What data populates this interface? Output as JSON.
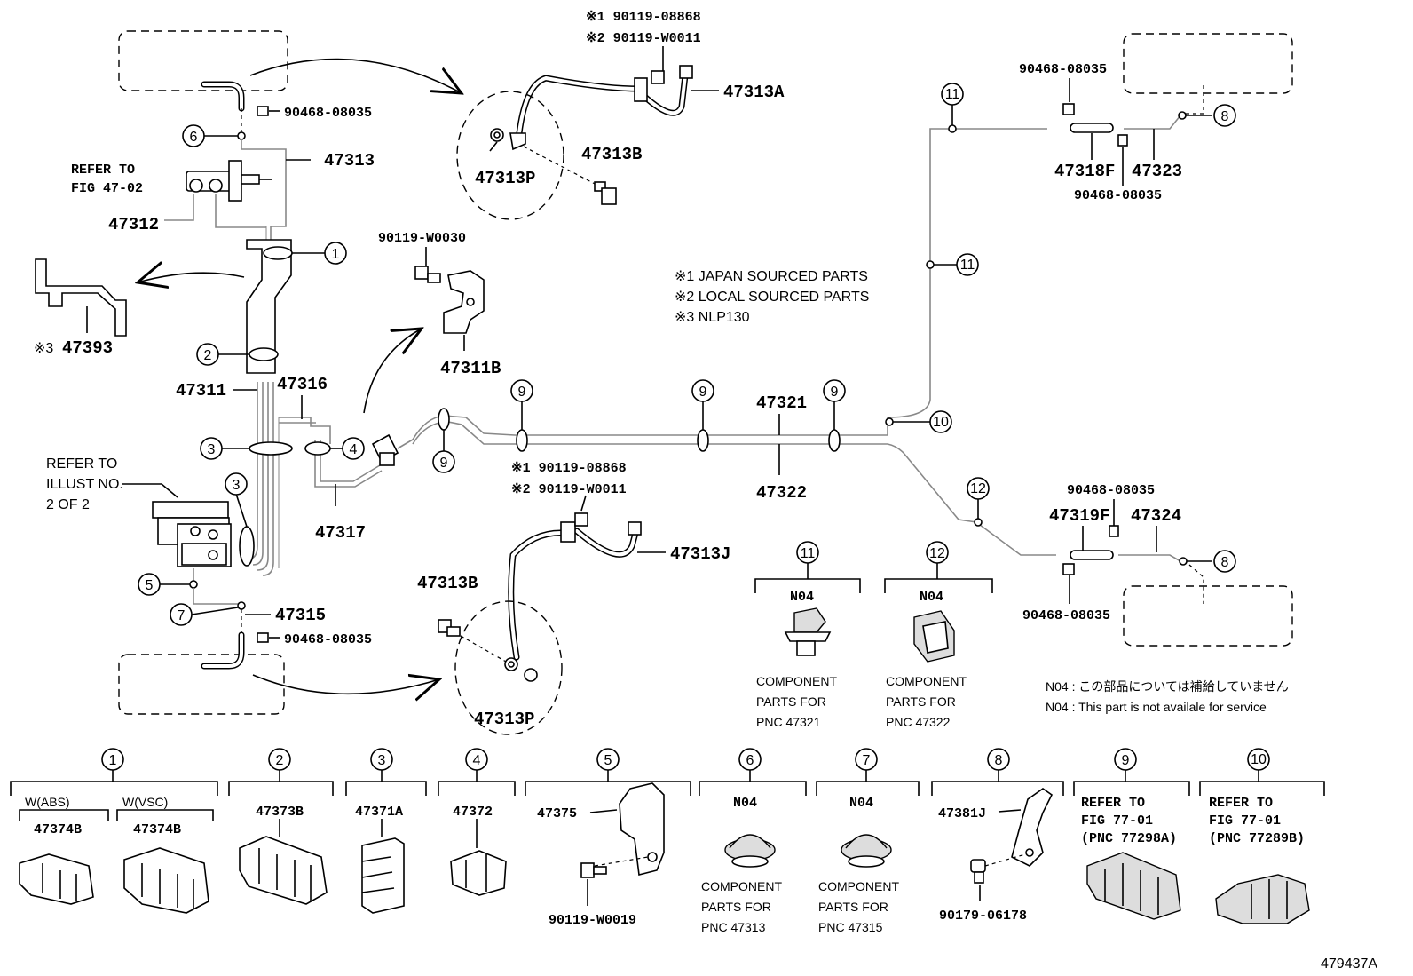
{
  "diagram_id": "479437A",
  "notes": [
    "※1 JAPAN SOURCED PARTS",
    "※2 LOCAL SOURCED PARTS",
    "※3 NLP130"
  ],
  "refer_fig": {
    "line1": "REFER TO",
    "line2": "FIG 47-02"
  },
  "refer_illust": {
    "line1": "REFER TO",
    "line2": "ILLUST NO.",
    "line3": "2 OF 2"
  },
  "parts": {
    "p47313": "47313",
    "p47312": "47312",
    "p47393": "47393",
    "p47393_mark": "※3",
    "p47311": "47311",
    "p47316": "47316",
    "p47317": "47317",
    "p47315": "47315",
    "p47311B": "47311B",
    "p47313A": "47313A",
    "p47313B_top": "47313B",
    "p47313P_top": "47313P",
    "p47313J": "47313J",
    "p47313B_bot": "47313B",
    "p47313P_bot": "47313P",
    "p47321": "47321",
    "p47322": "47322",
    "p47318F": "47318F",
    "p47323": "47323",
    "p47319F": "47319F",
    "p47324": "47324",
    "clip_top_left": "90468-08035",
    "clip_bot_left": "90468-08035",
    "clip_rt_a": "90468-08035",
    "clip_rt_b": "90468-08035",
    "clip_rb_a": "90468-08035",
    "clip_rb_b": "90468-08035",
    "bolt_w0030": "90119-W0030",
    "top_bolt1": "※1 90119-08868",
    "top_bolt2": "※2 90119-W0011",
    "mid_bolt1": "※1 90119-08868",
    "mid_bolt2": "※2 90119-W0011"
  },
  "callouts": {
    "c1": "1",
    "c2": "2",
    "c3a": "3",
    "c3b": "3",
    "c4": "4",
    "c5": "5",
    "c6": "6",
    "c7": "7",
    "c9a": "9",
    "c9b": "9",
    "c9c": "9",
    "c9d": "9",
    "c10": "10",
    "c11a": "11",
    "c11b": "11",
    "c12": "12",
    "c8a": "8",
    "c8b": "8"
  },
  "n04_11": {
    "num": "11",
    "code": "N04",
    "l1": "COMPONENT",
    "l2": "PARTS FOR",
    "l3": "PNC 47321"
  },
  "n04_12": {
    "num": "12",
    "code": "N04",
    "l1": "COMPONENT",
    "l2": "PARTS FOR",
    "l3": "PNC 47322"
  },
  "service_note": {
    "jp": "N04 : この部品については補給していません",
    "en": "N04 : This part is not availale for service"
  },
  "legend": {
    "l1": {
      "num": "1",
      "hdr_a": "W(ABS)",
      "hdr_b": "W(VSC)",
      "part_a": "47374B",
      "part_b": "47374B"
    },
    "l2": {
      "num": "2",
      "part": "47373B"
    },
    "l3": {
      "num": "3",
      "part": "47371A"
    },
    "l4": {
      "num": "4",
      "part": "47372"
    },
    "l5": {
      "num": "5",
      "part": "47375",
      "bolt": "90119-W0019"
    },
    "l6": {
      "num": "6",
      "code": "N04",
      "c1": "COMPONENT",
      "c2": "PARTS FOR",
      "c3": "PNC 47313"
    },
    "l7": {
      "num": "7",
      "code": "N04",
      "c1": "COMPONENT",
      "c2": "PARTS FOR",
      "c3": "PNC 47315"
    },
    "l8": {
      "num": "8",
      "part": "47381J",
      "bolt": "90179-06178"
    },
    "l9": {
      "num": "9",
      "r1": "REFER TO",
      "r2": "FIG 77-01",
      "r3": "(PNC 77298A)"
    },
    "l10": {
      "num": "10",
      "r1": "REFER TO",
      "r2": "FIG 77-01",
      "r3": "(PNC 77289B)"
    }
  }
}
